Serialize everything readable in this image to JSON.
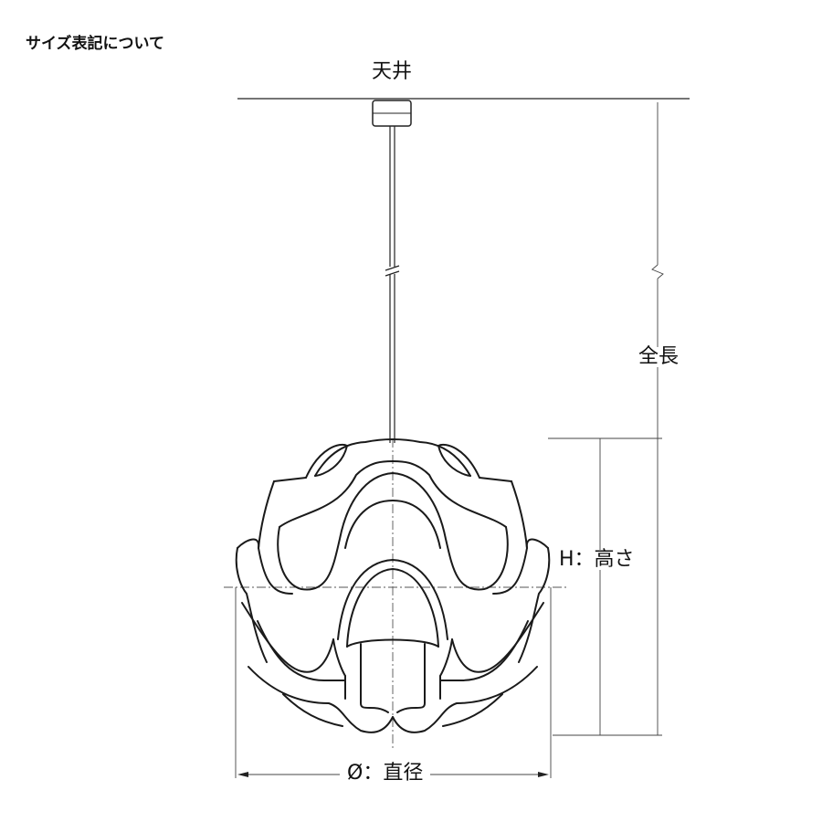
{
  "title": "サイズ表記について",
  "labels": {
    "ceiling": "天井",
    "total_length": "全長",
    "height": "H：高さ",
    "diameter": "Ø：直径"
  }
}
